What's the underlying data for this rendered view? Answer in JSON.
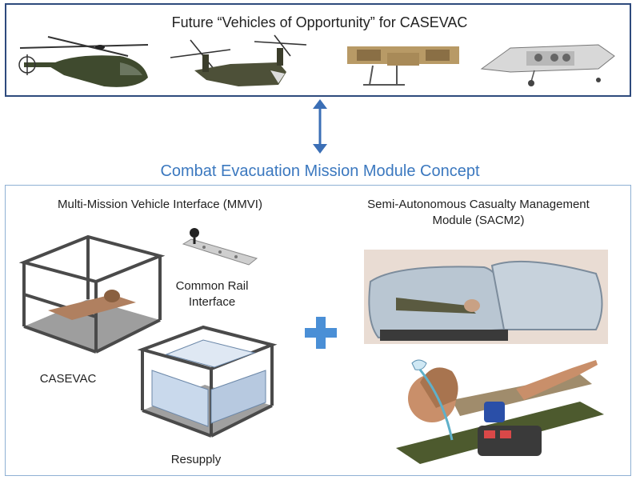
{
  "top": {
    "title": "Future “Vehicles of Opportunity” for CASEVAC"
  },
  "concept": {
    "title": "Combat Evacuation Mission Module Concept"
  },
  "left_panel": {
    "title": "Multi-Mission Vehicle Interface (MMVI)",
    "rail_label_line1": "Common Rail",
    "rail_label_line2": "Interface",
    "casevac_label": "CASEVAC",
    "resupply_label": "Resupply"
  },
  "right_panel": {
    "title_line1": "Semi-Autonomous Casualty Management",
    "title_line2": "Module (SACM2)"
  },
  "colors": {
    "top_border": "#2e4a7d",
    "concept_title": "#3b78bf",
    "bottom_border": "#8fb0d4",
    "arrow": "#3b6fb6",
    "plus": "#4a8fd6"
  }
}
